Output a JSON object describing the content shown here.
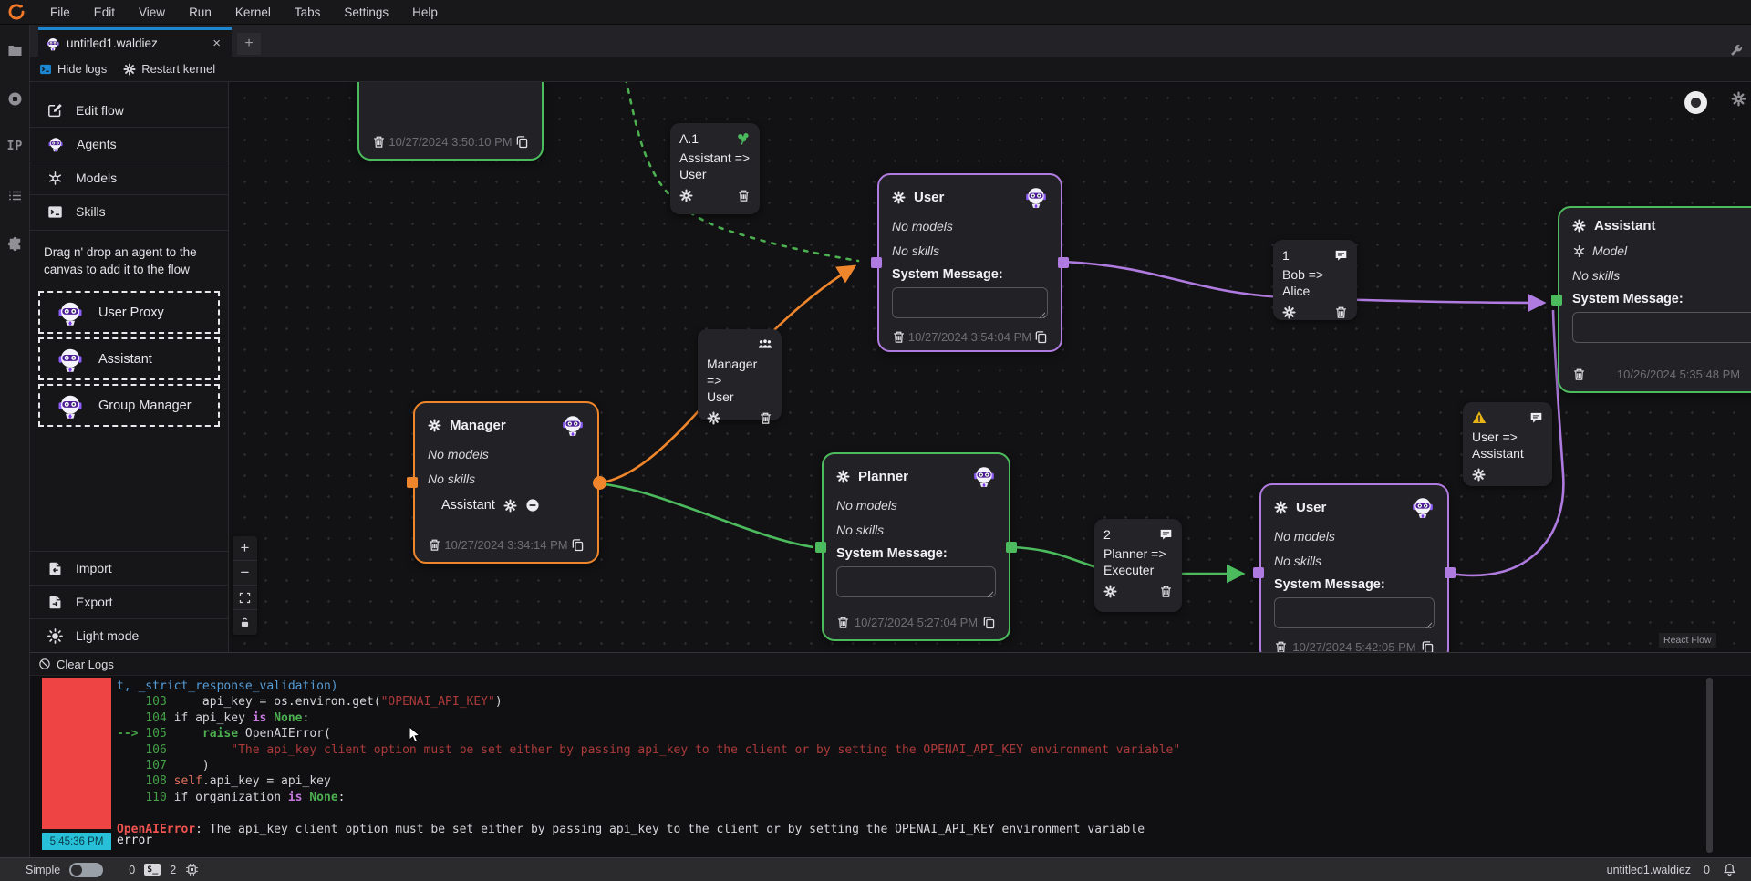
{
  "window": {
    "menu": [
      "File",
      "Edit",
      "View",
      "Run",
      "Kernel",
      "Tabs",
      "Settings",
      "Help"
    ]
  },
  "tab": {
    "title": "untitled1.waldiez",
    "close": "×",
    "new_tab": "+"
  },
  "toolbar": {
    "hide_logs": "Hide logs",
    "restart_kernel": "Restart kernel"
  },
  "sidebar": {
    "items": [
      "Edit flow",
      "Agents",
      "Models",
      "Skills"
    ],
    "hint": "Drag n' drop an agent to the canvas to add it to the flow",
    "draggables": [
      "User Proxy",
      "Assistant",
      "Group Manager"
    ],
    "actions": [
      "Import",
      "Export",
      "Light mode"
    ]
  },
  "controls": {
    "zoom_in": "+",
    "zoom_out": "−"
  },
  "nodes": {
    "top_partial": {
      "timestamp": "10/27/2024 3:50:10 PM"
    },
    "user1": {
      "title": "User",
      "models": "No models",
      "skills": "No skills",
      "system_message": "System Message:",
      "timestamp": "10/27/2024 3:54:04 PM"
    },
    "manager": {
      "title": "Manager",
      "models": "No models",
      "skills": "No skills",
      "member": "Assistant",
      "timestamp": "10/27/2024 3:34:14 PM"
    },
    "planner": {
      "title": "Planner",
      "models": "No models",
      "skills": "No skills",
      "system_message": "System Message:",
      "timestamp": "10/27/2024 5:27:04 PM"
    },
    "user2": {
      "title": "User",
      "models": "No models",
      "skills": "No skills",
      "system_message": "System Message:",
      "timestamp": "10/27/2024 5:42:05 PM"
    },
    "assistant": {
      "title": "Assistant",
      "models": "Model",
      "skills": "No skills",
      "system_message": "System Message:",
      "timestamp": "10/26/2024 5:35:48 PM"
    }
  },
  "edges": {
    "a1": {
      "badge": "A.1",
      "line1": "Assistant =>",
      "line2": "User"
    },
    "manager_user": {
      "line1": "Manager =>",
      "line2": "User"
    },
    "bob_alice": {
      "badge": "1",
      "line1": "Bob => Alice"
    },
    "planner_executer": {
      "badge": "2",
      "line1": "Planner =>",
      "line2": "Executer"
    },
    "user_assistant": {
      "line1": "User =>",
      "line2": "Assistant"
    }
  },
  "attribution": "React Flow",
  "logs": {
    "clear": "Clear Logs",
    "lines": [
      [
        {
          "t": "t, _strict_response_validation)",
          "c": "cy"
        }
      ],
      [
        {
          "t": "    ",
          "c": "c"
        },
        {
          "t": "103",
          "c": "ln"
        },
        {
          "t": "     api_key = os.environ.get(",
          "c": "c"
        },
        {
          "t": "\"OPENAI_API_KEY\"",
          "c": "st"
        },
        {
          "t": ")",
          "c": "c"
        }
      ],
      [
        {
          "t": "    ",
          "c": "c"
        },
        {
          "t": "104",
          "c": "ln"
        },
        {
          "t": " if api_key ",
          "c": "c"
        },
        {
          "t": "is",
          "c": "kw"
        },
        {
          "t": " ",
          "c": "c"
        },
        {
          "t": "None",
          "c": "nn"
        },
        {
          "t": ":",
          "c": "c"
        }
      ],
      [
        {
          "t": "--> ",
          "c": "ar"
        },
        {
          "t": "105",
          "c": "ln"
        },
        {
          "t": "     ",
          "c": "c"
        },
        {
          "t": "raise",
          "c": "rs"
        },
        {
          "t": " OpenAIError(",
          "c": "c"
        }
      ],
      [
        {
          "t": "    ",
          "c": "c"
        },
        {
          "t": "106",
          "c": "ln"
        },
        {
          "t": "         ",
          "c": "c"
        },
        {
          "t": "\"The api_key client option must be set either by passing api_key to the client or by setting the OPENAI_API_KEY environment variable\"",
          "c": "st"
        }
      ],
      [
        {
          "t": "    ",
          "c": "c"
        },
        {
          "t": "107",
          "c": "ln"
        },
        {
          "t": "     )",
          "c": "c"
        }
      ],
      [
        {
          "t": "    ",
          "c": "c"
        },
        {
          "t": "108",
          "c": "ln"
        },
        {
          "t": " ",
          "c": "c"
        },
        {
          "t": "self",
          "c": "sf"
        },
        {
          "t": ".api_key = api_key",
          "c": "c"
        }
      ],
      [
        {
          "t": "    ",
          "c": "c"
        },
        {
          "t": "110",
          "c": "ln"
        },
        {
          "t": " if organization ",
          "c": "c"
        },
        {
          "t": "is",
          "c": "kw"
        },
        {
          "t": " ",
          "c": "c"
        },
        {
          "t": "None",
          "c": "nn"
        },
        {
          "t": ":",
          "c": "c"
        }
      ],
      [],
      [
        {
          "t": "OpenAIError",
          "c": "ex"
        },
        {
          "t": ": The api_key client option must be set either by passing api_key to the client or by setting the OPENAI_API_KEY environment variable",
          "c": "c"
        }
      ]
    ],
    "entry_time": "5:45:36 PM",
    "entry_text": "error"
  },
  "status": {
    "mode": "Simple",
    "left_count": "0",
    "terminal_badge": "$_",
    "kernel_count": "2",
    "file": "untitled1.waldiez",
    "notifications": "0"
  },
  "colors": {
    "accent_blue": "#1c86d1",
    "agent_orange": "#f0862b",
    "agent_purple": "#b07be0",
    "agent_green": "#4cbb5e",
    "error_red": "#ee4444",
    "timestamp_cyan": "#27c0d8"
  }
}
